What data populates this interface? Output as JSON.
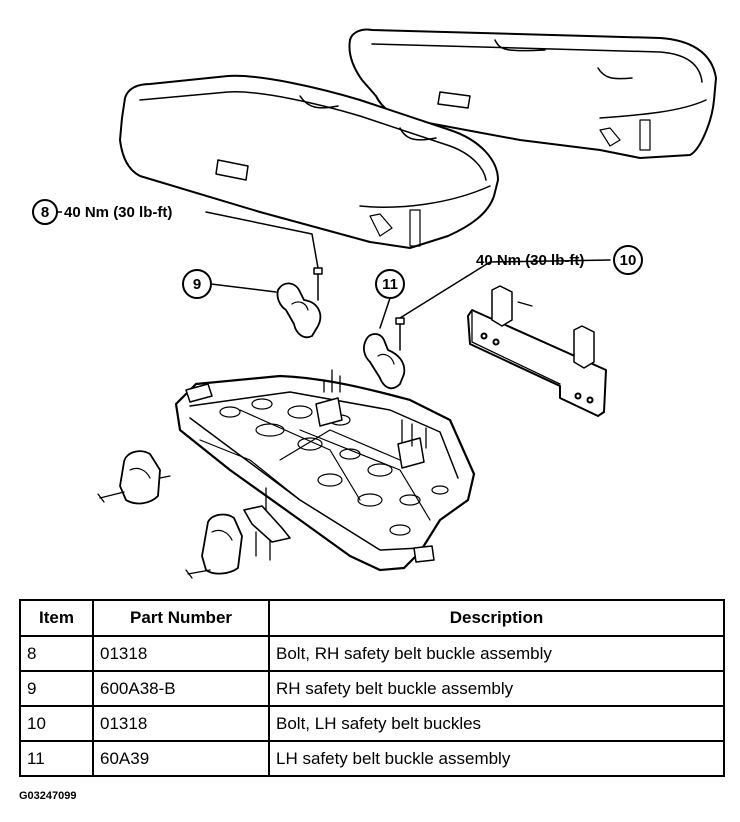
{
  "callouts": {
    "c8": {
      "number": "8",
      "text": "40 Nm (30 lb-ft)"
    },
    "c9": {
      "number": "9"
    },
    "c10": {
      "number": "10",
      "text": "40 Nm (30 lb-ft)"
    },
    "c11": {
      "number": "11"
    }
  },
  "table": {
    "headers": [
      "Item",
      "Part Number",
      "Description"
    ],
    "rows": [
      [
        "8",
        "01318",
        "Bolt, RH safety belt buckle assembly"
      ],
      [
        "9",
        "600A38-B",
        "RH safety belt buckle assembly"
      ],
      [
        "10",
        "01318",
        "Bolt, LH safety belt buckles"
      ],
      [
        "11",
        "60A39",
        "LH safety belt buckle assembly"
      ]
    ]
  },
  "figure_id": "G03247099"
}
